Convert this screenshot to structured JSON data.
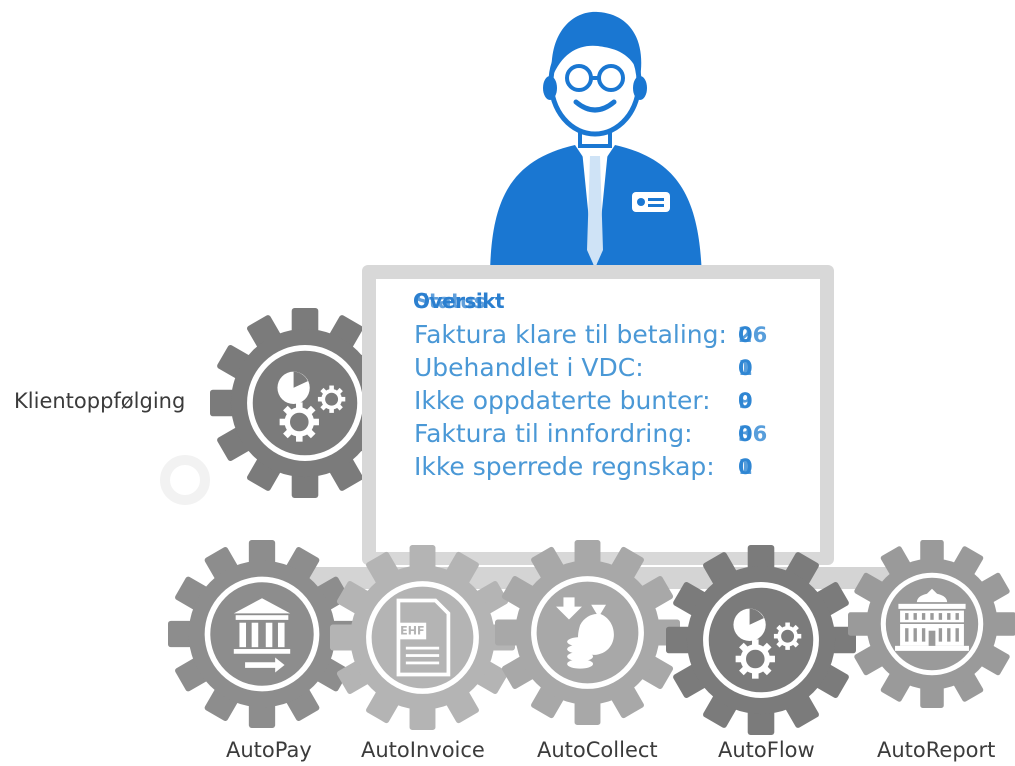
{
  "screen": {
    "title_layers": [
      "Oversikt",
      "Status"
    ],
    "stats": [
      {
        "label": "Faktura klare til betaling:",
        "values": [
          "0",
          "26"
        ]
      },
      {
        "label": "Ubehandlet i VDC:",
        "values": [
          "0",
          "1"
        ]
      },
      {
        "label": "Ikke oppdaterte bunter:",
        "values": [
          "0",
          "9"
        ]
      },
      {
        "label": "Faktura til innfordring:",
        "values": [
          "0",
          "36"
        ]
      },
      {
        "label": "Ikke sperrede regnskap:",
        "values": [
          "0",
          "1"
        ]
      }
    ]
  },
  "modules": {
    "main": {
      "label": "Klientoppfølging",
      "icon": "pie-chart-gears-icon"
    },
    "items": [
      {
        "label": "AutoPay",
        "icon": "bank-transfer-icon"
      },
      {
        "label": "AutoInvoice",
        "icon": "ehf-document-icon"
      },
      {
        "label": "AutoCollect",
        "icon": "money-bag-icon"
      },
      {
        "label": "AutoFlow",
        "icon": "pie-chart-gears-icon"
      },
      {
        "label": "AutoReport",
        "icon": "government-building-icon"
      }
    ]
  },
  "colors": {
    "accent": "#1a77d2",
    "screen_text": "#4a98d6",
    "gear_dark": "#7b7b7b",
    "gear_mid": "#8c8c8c",
    "gear_light": "#a9a9a9"
  }
}
